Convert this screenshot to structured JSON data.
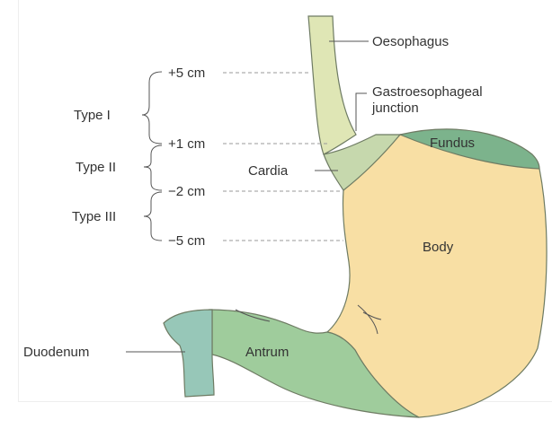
{
  "labels": {
    "oesophagus": "Oesophagus",
    "gej_line1": "Gastroesophageal",
    "gej_line2": "junction",
    "fundus": "Fundus",
    "cardia": "Cardia",
    "body": "Body",
    "antrum": "Antrum",
    "duodenum": "Duodenum"
  },
  "distances": {
    "plus5": "+5 cm",
    "plus1": "+1 cm",
    "minus2": "−2 cm",
    "minus5": "−5 cm"
  },
  "types": {
    "type1": "Type I",
    "type2": "Type II",
    "type3": "Type III"
  },
  "colors": {
    "oesophagus": "#dfe6b5",
    "cardia": "#c6d8ad",
    "fundus": "#7cb38c",
    "body": "#f8dfa4",
    "antrum": "#9fcc9c",
    "duodenum": "#97c7b8"
  }
}
